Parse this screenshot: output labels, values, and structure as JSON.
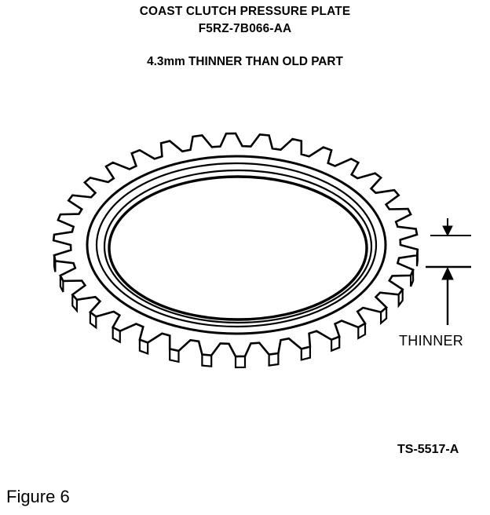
{
  "header": {
    "line1": "COAST CLUTCH PRESSURE PLATE",
    "line2": "F5RZ-7B066-AA",
    "line3": "4.3mm THINNER THAN OLD PART"
  },
  "callout": {
    "label": "THINNER"
  },
  "reference": {
    "code": "TS-5517-A"
  },
  "caption": {
    "text": "Figure 6"
  },
  "style": {
    "ink": "#000000",
    "paper": "#ffffff"
  }
}
